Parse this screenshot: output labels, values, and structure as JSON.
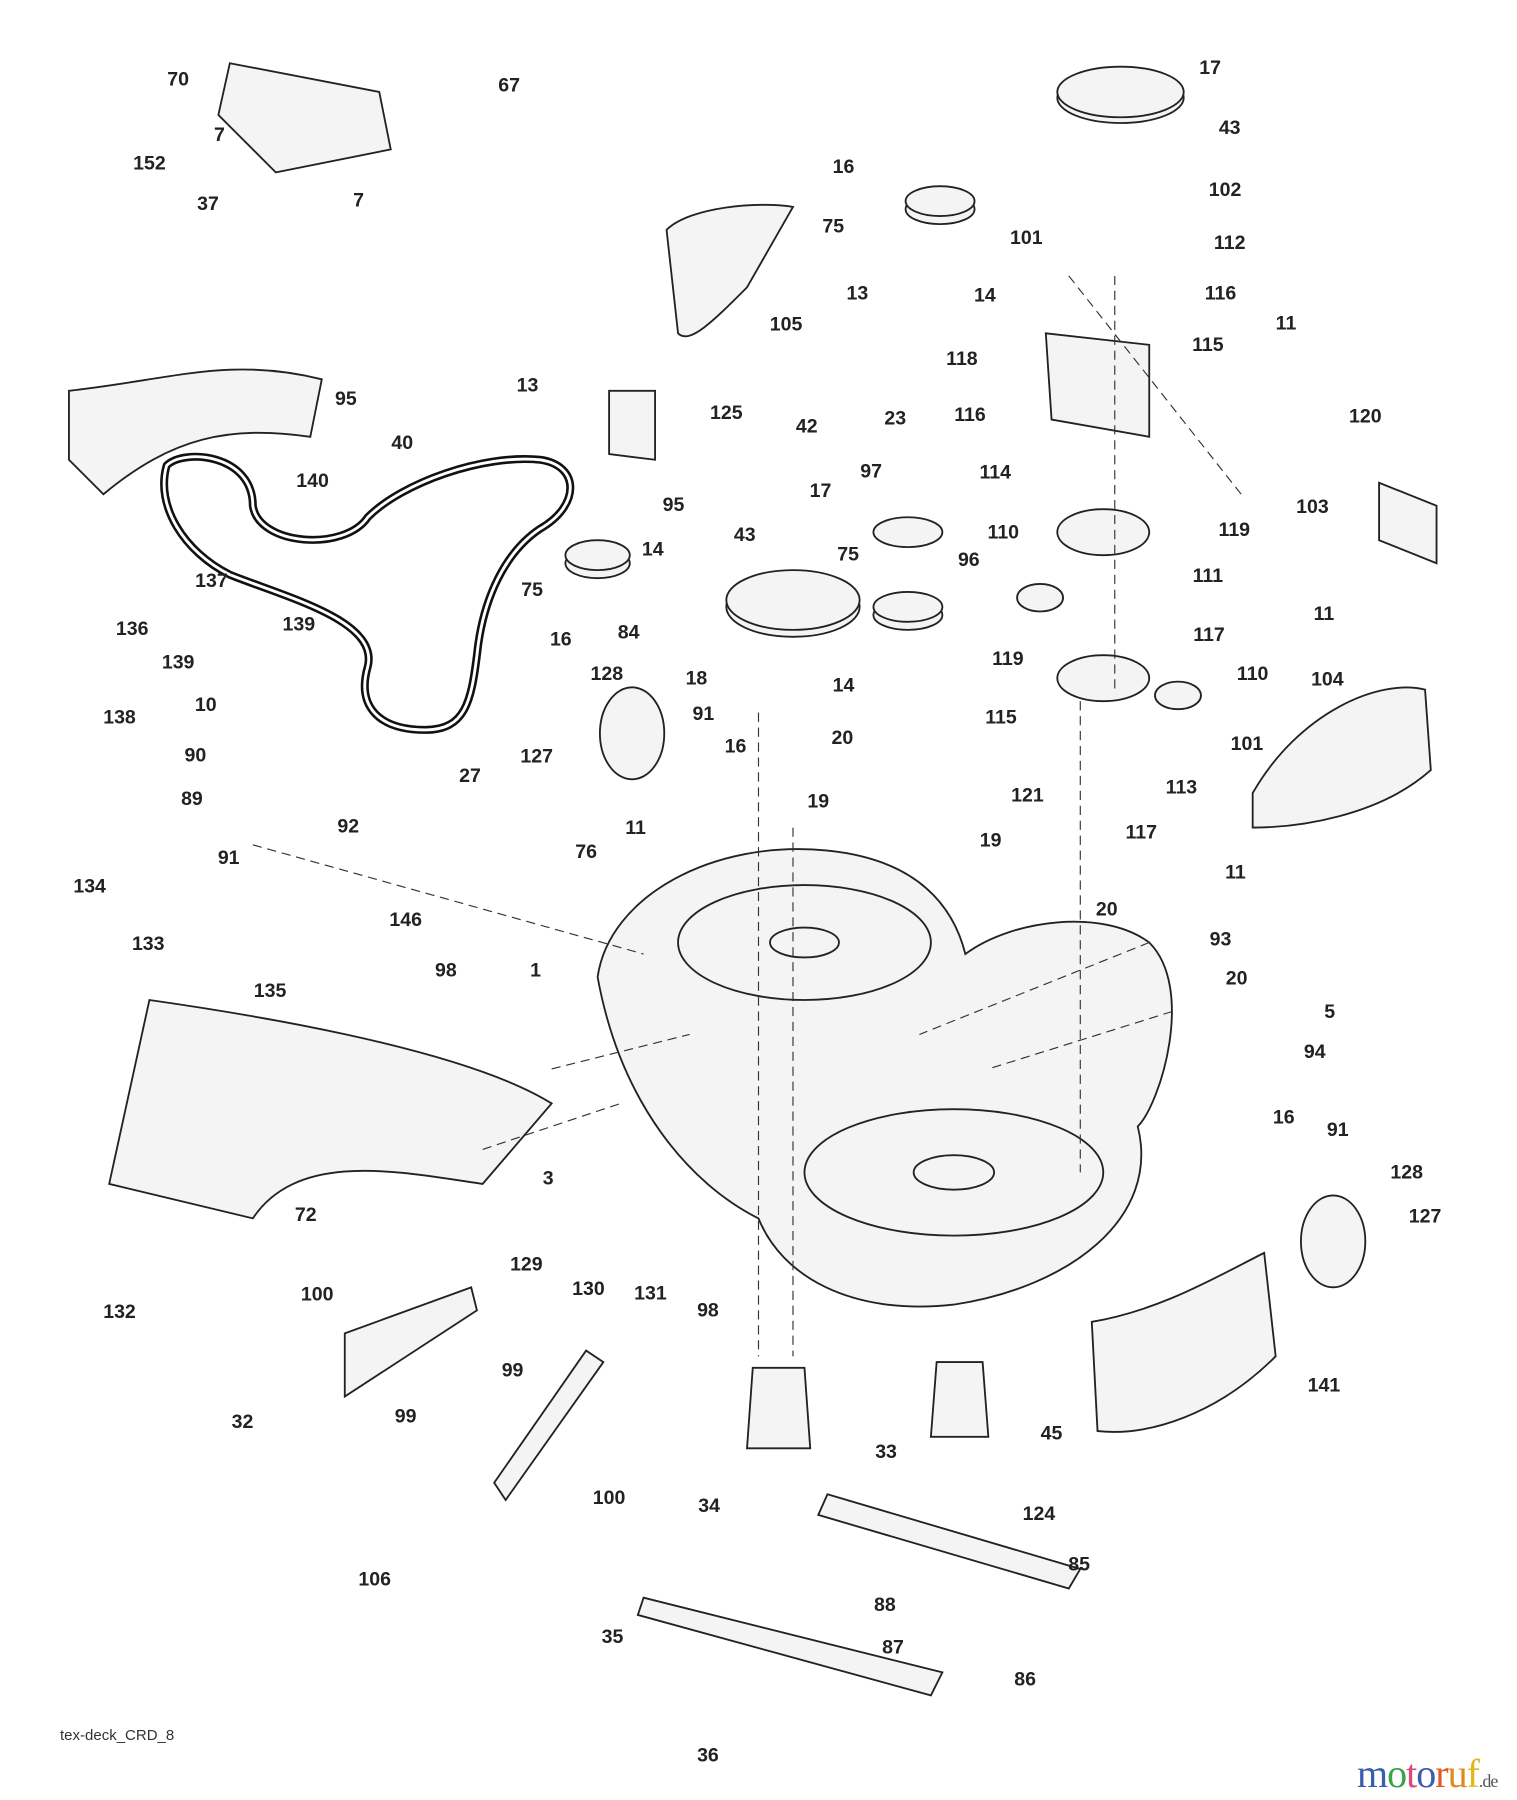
{
  "diagram": {
    "callouts": [
      "70",
      "67",
      "7",
      "152",
      "7",
      "37",
      "17",
      "43",
      "16",
      "102",
      "75",
      "101",
      "112",
      "14",
      "13",
      "116",
      "105",
      "11",
      "115",
      "118",
      "95",
      "13",
      "125",
      "116",
      "120",
      "42",
      "40",
      "140",
      "23",
      "97",
      "114",
      "110",
      "119",
      "17",
      "14",
      "95",
      "43",
      "75",
      "103",
      "75",
      "96",
      "111",
      "137",
      "136",
      "139",
      "139",
      "16",
      "84",
      "11",
      "117",
      "119",
      "110",
      "104",
      "138",
      "128",
      "91",
      "18",
      "14",
      "20",
      "115",
      "10",
      "90",
      "89",
      "27",
      "127",
      "16",
      "19",
      "113",
      "101",
      "121",
      "92",
      "91",
      "11",
      "19",
      "117",
      "76",
      "134",
      "146",
      "133",
      "11",
      "20",
      "93",
      "98",
      "1",
      "135",
      "20",
      "5",
      "94",
      "72",
      "3",
      "16",
      "91",
      "128",
      "127",
      "132",
      "129",
      "130",
      "131",
      "98",
      "100",
      "141",
      "99",
      "99",
      "32",
      "33",
      "45",
      "100",
      "34",
      "124",
      "106",
      "85",
      "88",
      "35",
      "87",
      "86",
      "36"
    ],
    "drawing_code": "tex-deck_CRD_8"
  },
  "brand": {
    "letters": [
      "m",
      "o",
      "t",
      "o",
      "r",
      "u",
      "f"
    ],
    "letter_colors": [
      "#3a5db0",
      "#3aa34a",
      "#e0457b",
      "#3a5db0",
      "#e05a2a",
      "#e08a1a",
      "#e0b81a"
    ],
    "tld": ".de"
  }
}
